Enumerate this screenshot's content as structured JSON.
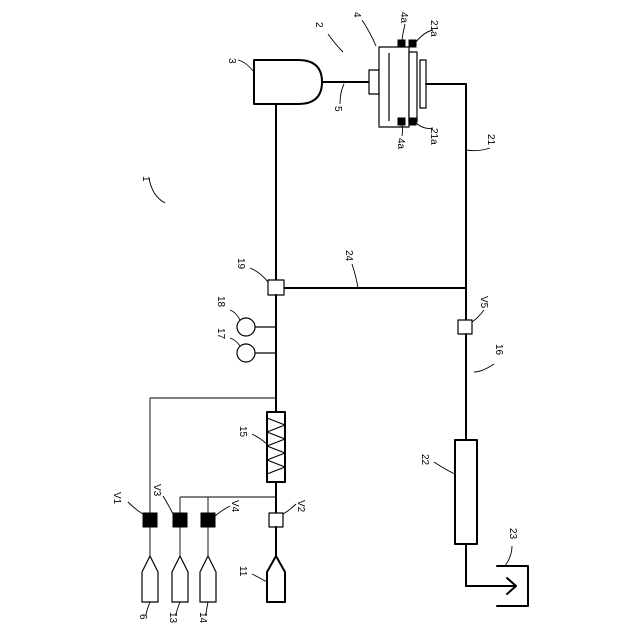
{
  "labels": {
    "apparatus": "1",
    "unit": "2",
    "vessel": "3",
    "mold": "4",
    "mold_pin_top": "4a",
    "mold_pin_bottom": "4a",
    "inlet_tube": "5",
    "bottle_v1": "6",
    "bottle_main": "11",
    "bottle_v3": "13",
    "bottle_v4": "14",
    "mixer": "15",
    "discharge_line": "16",
    "sensor_17": "17",
    "sensor_18": "18",
    "junction": "19",
    "outlet_line": "21",
    "outlet_top": "21a",
    "outlet_bottom": "21a",
    "column": "22",
    "receiver": "23",
    "bypass_line": "24",
    "valve_v1": "V1",
    "valve_v2": "V2",
    "valve_v3": "V3",
    "valve_v4": "V4",
    "valve_v5": "V5"
  }
}
